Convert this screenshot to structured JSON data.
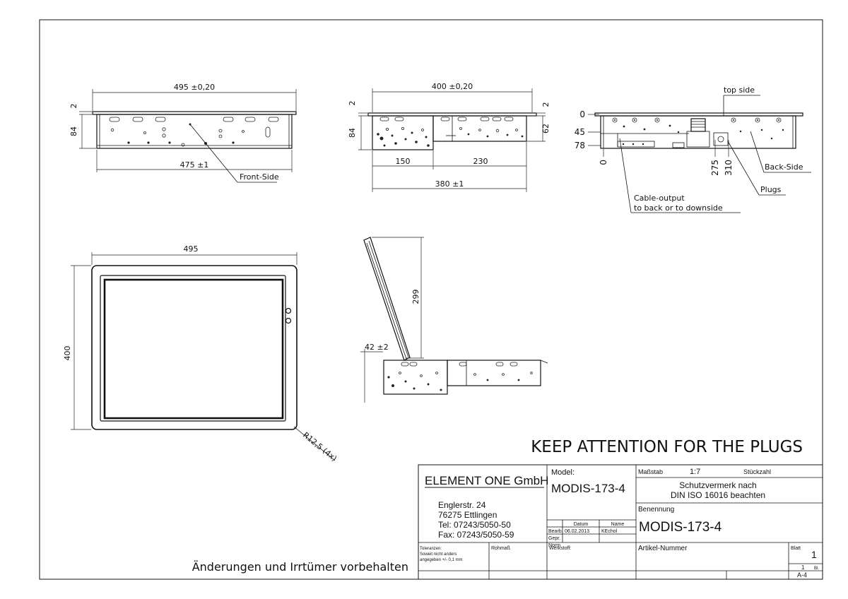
{
  "views": {
    "front": {
      "width_top": "495 ±0,20",
      "dim_top_gap": "2",
      "height": "84",
      "width_bottom": "475 ±1",
      "callout": "Front-Side"
    },
    "side": {
      "width_top": "400 ±0,20",
      "dim_left_gap": "2",
      "dim_right_gap": "2",
      "height_left": "84",
      "height_right": "62",
      "seg_left": "150",
      "seg_right": "230",
      "width_bottom": "380 ±1"
    },
    "top": {
      "label": "top side",
      "y_marks": [
        "0",
        "45",
        "78"
      ],
      "x0": "0",
      "x275": "275",
      "x310": "310",
      "back_side": "Back-Side",
      "plugs": "Plugs",
      "cable_line1": "Cable-output",
      "cable_line2": "to back or to downside"
    },
    "panel": {
      "width": "495",
      "height": "400",
      "radius": "R12,5 (4x)"
    },
    "tilt": {
      "height": "299",
      "offset": "42 ±2"
    }
  },
  "notice": "KEEP ATTENTION FOR THE PLUGS",
  "disclaimer": "Änderungen und Irrtümer vorbehalten",
  "title_block": {
    "company": "ELEMENT ONE GmbH",
    "street": "Englerstr. 24",
    "city": "76275 Ettlingen",
    "tel": "Tel: 07243/5050-50",
    "fax": "Fax: 07243/5050-59",
    "model_label": "Model:",
    "model": "MODIS-173-4",
    "datum_label": "Datum",
    "name_label": "Name",
    "bearb_label": "Bearb.",
    "gepr_label": "Gepr.",
    "norm_label": "Norm",
    "bearb_date": "06.02.2013",
    "bearb_name": "KEchol",
    "massstab_label": "Maßstab",
    "scale": "1:7",
    "stueckzahl_label": "Stückzahl",
    "protection_line1": "Schutzvermerk nach",
    "protection_line2": "DIN ISO 16016 beachten",
    "benennung_label": "Benennung",
    "benennung": "MODIS-173-4",
    "tolerance_line1": "Toleranzen:",
    "tolerance_line2": "Soweit nicht anders",
    "tolerance_line3": "angegeben +/- 0,1 mm",
    "rohmass_label": "Rohmaß",
    "werkstoff_label": "Werkstoff:",
    "artikel_label": "Artikel-Nummer",
    "blatt_label": "Blatt",
    "blatt": "1",
    "sheets": "1",
    "bl_label": "Bl.",
    "format": "A-4"
  }
}
